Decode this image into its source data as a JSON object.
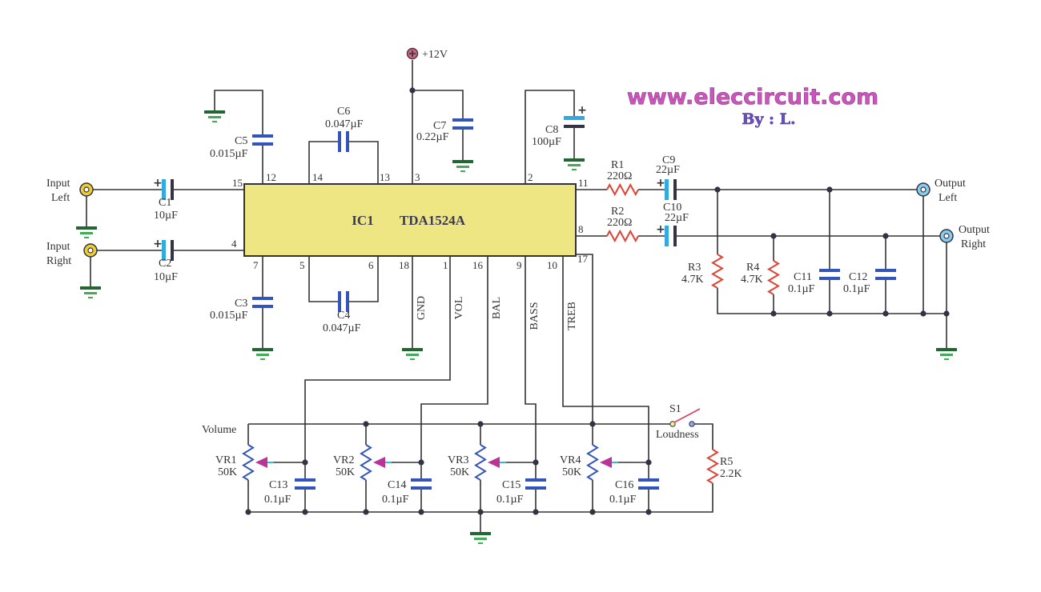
{
  "watermark": {
    "site": "www.eleccircuit.com",
    "author": "By : L."
  },
  "supply": "+12V",
  "ic": {
    "ref": "IC1",
    "part": "TDA1524A",
    "color": "#eee683"
  },
  "pins": {
    "p15": "15",
    "p12": "12",
    "p14": "14",
    "p13": "13",
    "p3": "3",
    "p2": "2",
    "p11": "11",
    "p8": "8",
    "p4": "4",
    "p7": "7",
    "p5": "5",
    "p6": "6",
    "p18": "18",
    "p1": "1",
    "p16": "16",
    "p9": "9",
    "p10": "10",
    "p17": "17"
  },
  "pin_functions": {
    "gnd": "GND",
    "vol": "VOL",
    "bal": "BAL",
    "bass": "BASS",
    "treb": "TREB"
  },
  "connectors": {
    "in_left": [
      "Input",
      "Left"
    ],
    "in_right": [
      "Input",
      "Right"
    ],
    "out_left": [
      "Output",
      "Left"
    ],
    "out_right": [
      "Output",
      "Right"
    ]
  },
  "components": {
    "C1": {
      "ref": "C1",
      "value": "10µF"
    },
    "C2": {
      "ref": "C2",
      "value": "10µF"
    },
    "C3": {
      "ref": "C3",
      "value": "0.015µF"
    },
    "C4": {
      "ref": "C4",
      "value": "0.047µF"
    },
    "C5": {
      "ref": "C5",
      "value": "0.015µF"
    },
    "C6": {
      "ref": "C6",
      "value": "0.047µF"
    },
    "C7": {
      "ref": "C7",
      "value": "0.22µF"
    },
    "C8": {
      "ref": "C8",
      "value": "100µF"
    },
    "C9": {
      "ref": "C9",
      "value": "22µF"
    },
    "C10": {
      "ref": "C10",
      "value": "22µF"
    },
    "C11": {
      "ref": "C11",
      "value": "0.1µF"
    },
    "C12": {
      "ref": "C12",
      "value": "0.1µF"
    },
    "C13": {
      "ref": "C13",
      "value": "0.1µF"
    },
    "C14": {
      "ref": "C14",
      "value": "0.1µF"
    },
    "C15": {
      "ref": "C15",
      "value": "0.1µF"
    },
    "C16": {
      "ref": "C16",
      "value": "0.1µF"
    },
    "R1": {
      "ref": "R1",
      "value": "220Ω"
    },
    "R2": {
      "ref": "R2",
      "value": "220Ω"
    },
    "R3": {
      "ref": "R3",
      "value": "4.7K"
    },
    "R4": {
      "ref": "R4",
      "value": "4.7K"
    },
    "R5": {
      "ref": "R5",
      "value": "2.2K"
    },
    "VR1": {
      "ref": "VR1",
      "value": "50K"
    },
    "VR2": {
      "ref": "VR2",
      "value": "50K"
    },
    "VR3": {
      "ref": "VR3",
      "value": "50K"
    },
    "VR4": {
      "ref": "VR4",
      "value": "50K"
    },
    "S1": {
      "ref": "S1",
      "value": "Loudness"
    }
  },
  "volume_label": "Volume",
  "colors": {
    "wire": "#333333",
    "capacitor": "#3355bb",
    "electrolytic": "#33aadd",
    "resistor": "#dd4433",
    "pot": "#3355bb",
    "wiper": "#bb3399",
    "ground": "#226633",
    "jack": "#eecc33",
    "output_jack": "#88ccee"
  }
}
